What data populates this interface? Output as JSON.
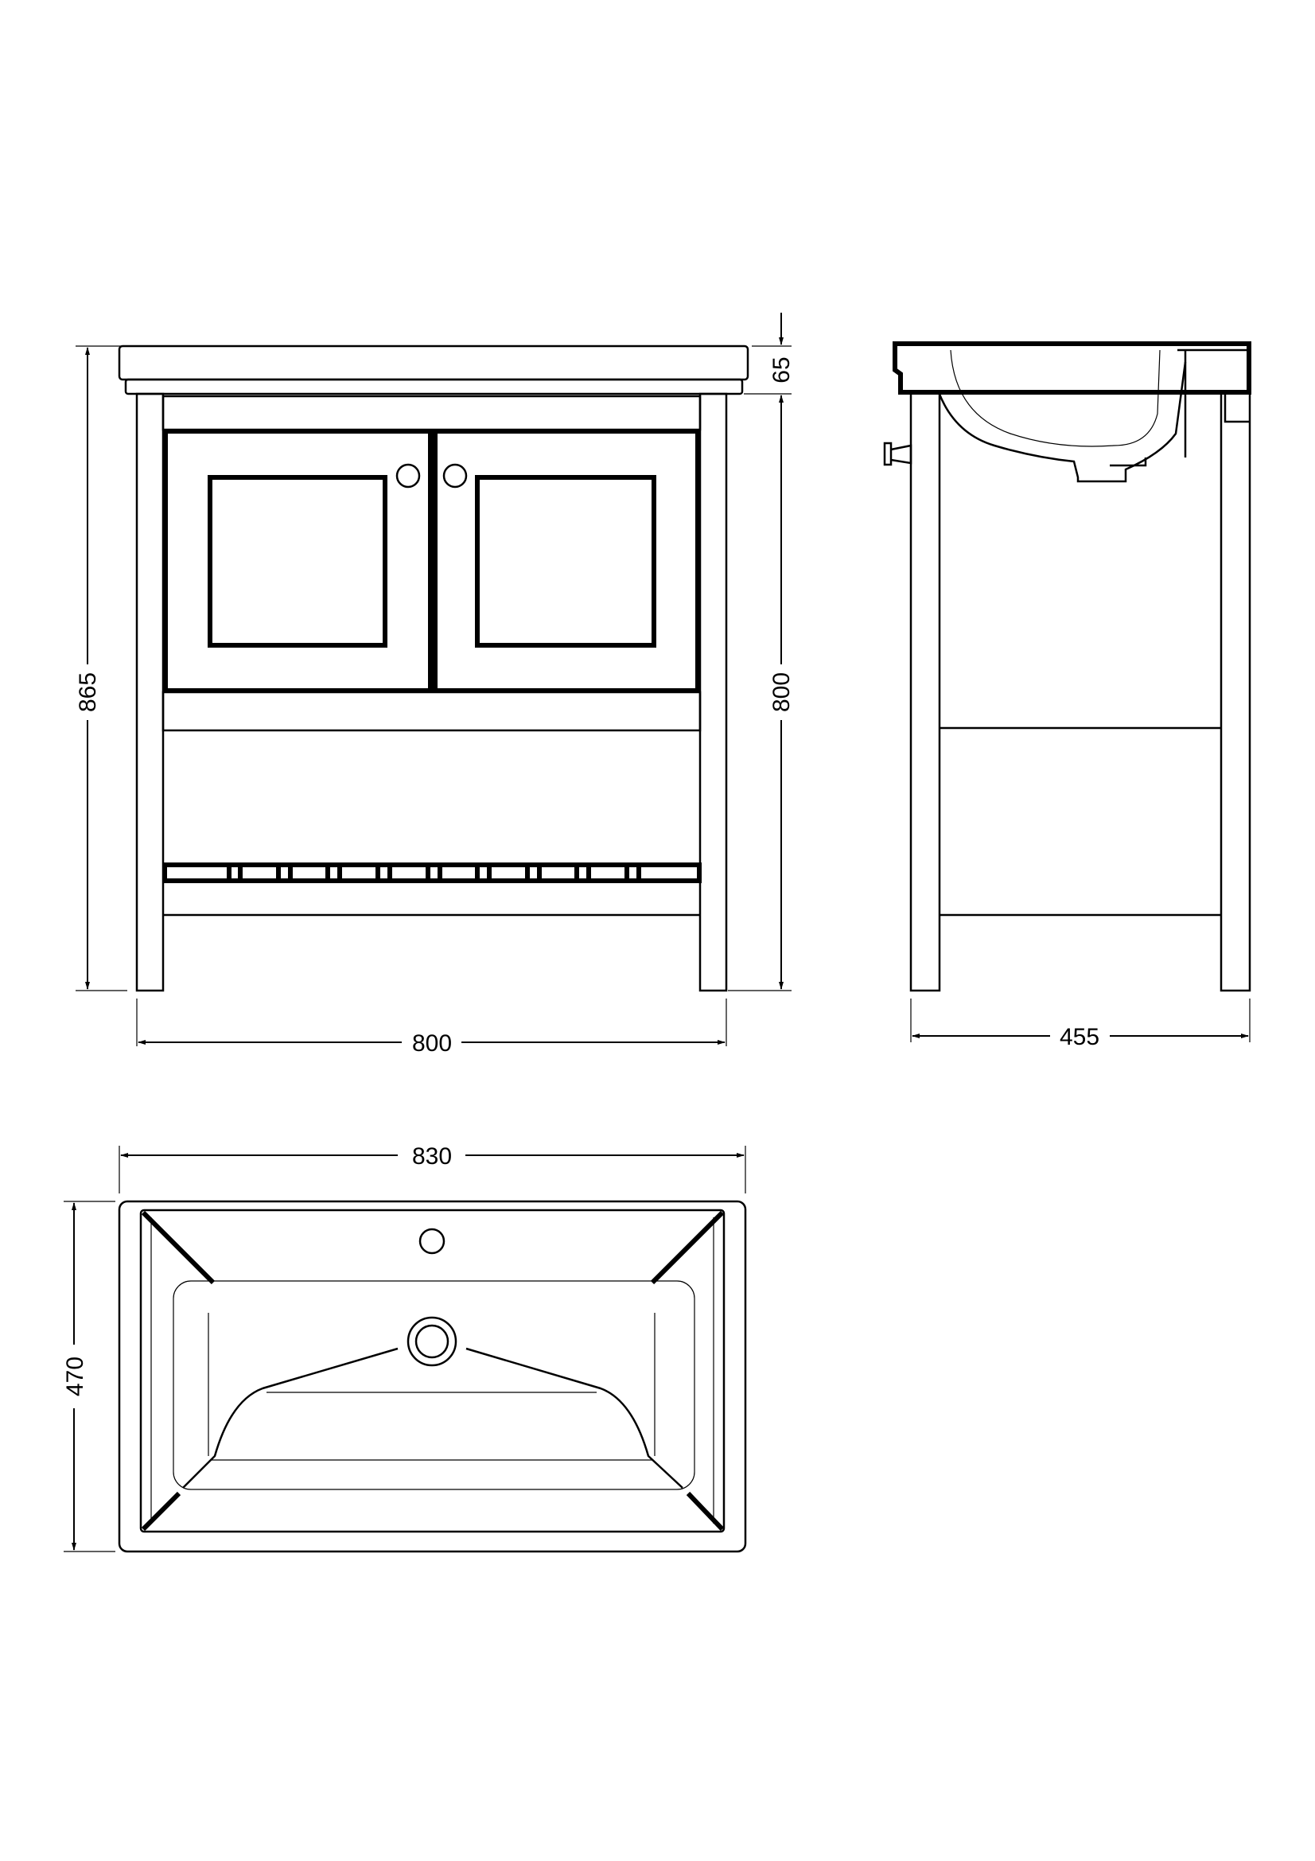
{
  "colors": {
    "line": "#000000",
    "background": "#ffffff"
  },
  "front_view": {
    "width_label": "800",
    "overall_height_label": "865",
    "unit_height_label": "800",
    "basin_height_label": "65"
  },
  "side_view": {
    "depth_label": "455"
  },
  "top_view": {
    "width_label": "830",
    "depth_label": "470"
  }
}
